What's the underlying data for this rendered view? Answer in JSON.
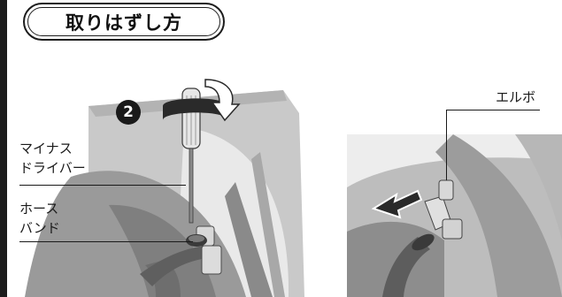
{
  "title": "取りはずし方",
  "step_badge": "2",
  "labels": {
    "screwdriver_line1": "マイナス",
    "screwdriver_line2": "ドライバー",
    "hose_band_line1": "ホース",
    "hose_band_line2": "バンド",
    "elbow": "エルボ"
  },
  "icons": {
    "rotate": "rotate-arrow-icon",
    "pull": "pull-arrow-icon"
  },
  "colors": {
    "frame": "#1c1c1c",
    "photo_bg": "#ffffff",
    "drum_gray": "#8e8e8e",
    "arrow": "#2a2a2a"
  }
}
